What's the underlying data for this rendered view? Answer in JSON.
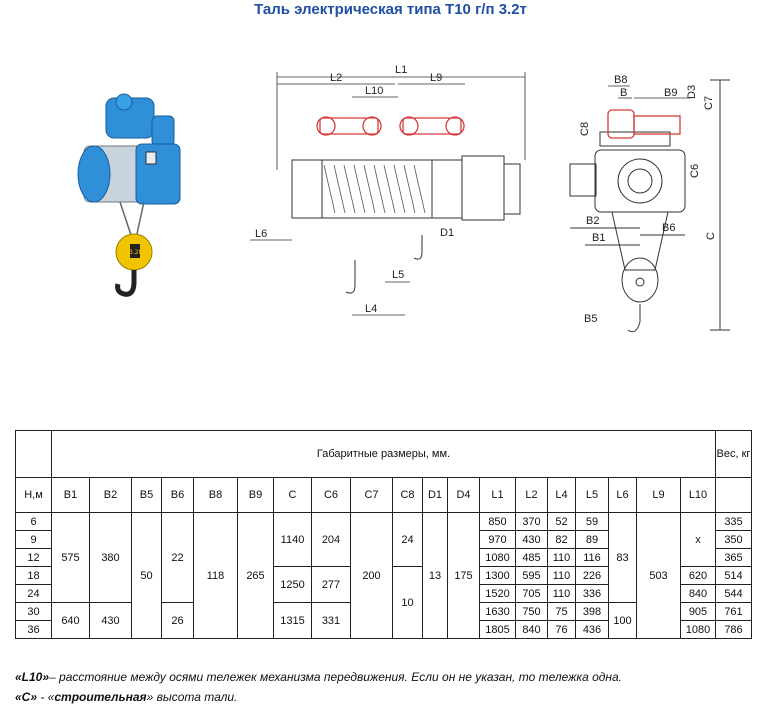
{
  "title": "Таль электрическая типа Т10 г/п 3.2т",
  "photo": {
    "hook_label": "3.2t"
  },
  "drawing_labels": {
    "side": [
      "L1",
      "L2",
      "L10",
      "L9",
      "L6",
      "D1",
      "L5",
      "L4"
    ],
    "front": [
      "B8",
      "B",
      "B9",
      "D3",
      "C7",
      "C8",
      "C6",
      "B2",
      "B1",
      "B6",
      "C",
      "B5"
    ]
  },
  "table": {
    "h_header": "Н,м",
    "group_header": "Габаритные размеры, мм.",
    "weight_header": "Вес, кг",
    "columns": [
      "B1",
      "B2",
      "B5",
      "B6",
      "B8",
      "B9",
      "C",
      "C6",
      "C7",
      "C8",
      "D1",
      "D4",
      "L1",
      "L2",
      "L4",
      "L5",
      "L6",
      "L9",
      "L10"
    ],
    "h_values": [
      "6",
      "9",
      "12",
      "18",
      "24",
      "30",
      "36"
    ],
    "B1": [
      "575",
      "640"
    ],
    "B2": [
      "380",
      "430"
    ],
    "B5": "50",
    "B6": [
      "22",
      "26"
    ],
    "B8": "118",
    "B9": "265",
    "C": [
      "1140",
      "1250",
      "1315"
    ],
    "C6": [
      "204",
      "277",
      "331"
    ],
    "C7": "200",
    "C8": [
      "24",
      "10"
    ],
    "D1": "13",
    "D4": "175",
    "L1": [
      "850",
      "970",
      "1080",
      "1300",
      "1520",
      "1630",
      "1805"
    ],
    "L2": [
      "370",
      "430",
      "485",
      "595",
      "705",
      "750",
      "840"
    ],
    "L4": [
      "52",
      "82",
      "110",
      "110",
      "110",
      "75",
      "76"
    ],
    "L5": [
      "59",
      "89",
      "116",
      "226",
      "336",
      "398",
      "436"
    ],
    "L6": [
      "83",
      "100"
    ],
    "L9": "503",
    "L10": [
      "x",
      "620",
      "840",
      "905",
      "1080"
    ],
    "weight": [
      "335",
      "350",
      "365",
      "514",
      "544",
      "761",
      "786"
    ]
  },
  "notes": {
    "l10_term": "«L10»",
    "l10_text": "– расстояние между осями тележек механизма передвижения. Если он не указан, то тележка одна.",
    "c_term": "«С»",
    "c_mid": " - «",
    "c_term2": "строительная",
    "c_text": "» высота тали."
  }
}
